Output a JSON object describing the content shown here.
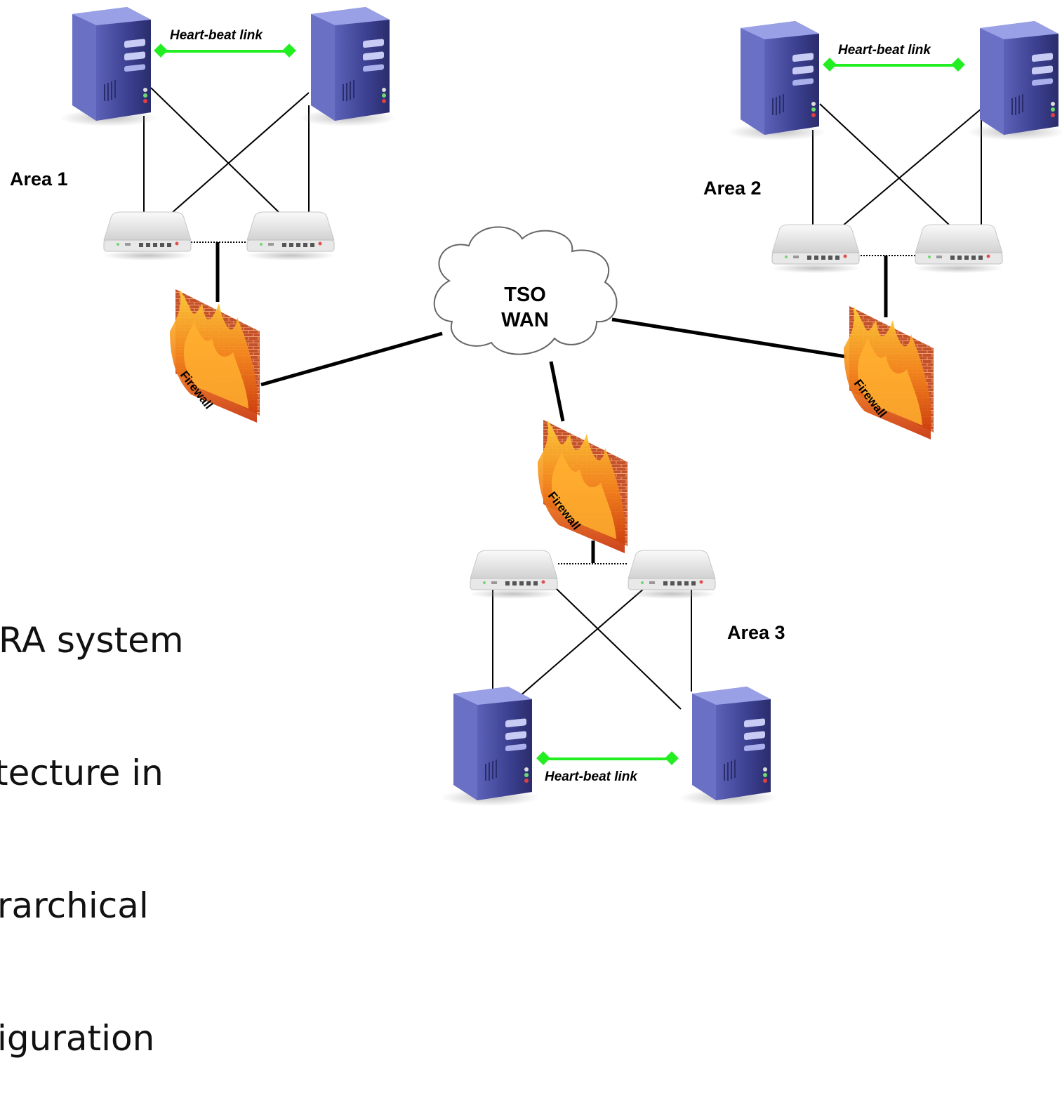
{
  "areas": [
    {
      "label": "Area 1"
    },
    {
      "label": "Area 2"
    },
    {
      "label": "Area 3"
    }
  ],
  "heartbeat_label": "Heart-beat link",
  "cloud": {
    "line1": "TSO",
    "line2": "WAN"
  },
  "firewall_label": "Firewall",
  "slide_text": [
    "RA system",
    "tecture in",
    "rarchical",
    "iguration"
  ],
  "colors": {
    "server_body": "#3b3f8f",
    "server_light": "#7e84d6",
    "heartbeat": "#22ee22",
    "link": "#000000"
  }
}
